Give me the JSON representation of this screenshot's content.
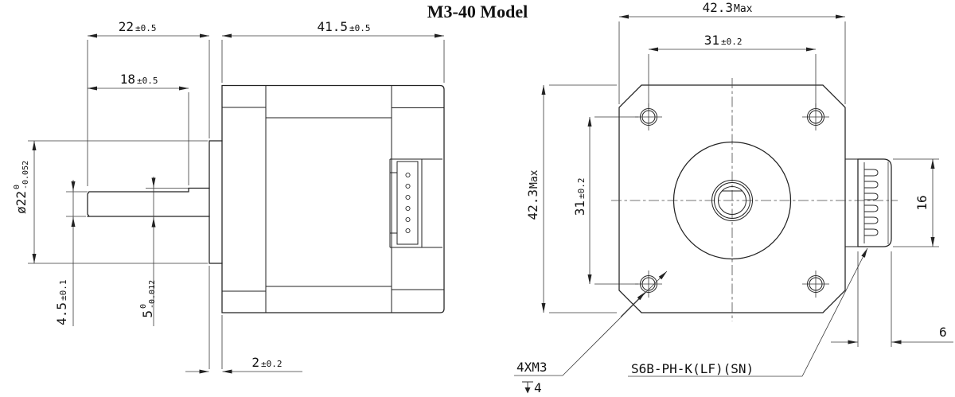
{
  "title": "M3-40 Model",
  "side_view": {
    "dim_shaft_length": {
      "value": "22",
      "tol": "±0.5"
    },
    "dim_flat_length": {
      "value": "18",
      "tol": "±0.5"
    },
    "dim_body_length": {
      "value": "41.5",
      "tol": "±0.5"
    },
    "dim_boss_diameter": {
      "value": "ø22",
      "tol_upper": "0",
      "tol_lower": "-0.052"
    },
    "dim_flat_height": {
      "value": "4.5",
      "tol": "±0.1"
    },
    "dim_shaft_diameter": {
      "value": "5",
      "tol_upper": "0",
      "tol_lower": "-0.012"
    },
    "dim_boss_thickness": {
      "value": "2",
      "tol": "±0.2"
    }
  },
  "front_view": {
    "dim_width": {
      "value": "42.3",
      "suffix": "Max"
    },
    "dim_hole_spacing_h": {
      "value": "31",
      "tol": "±0.2"
    },
    "dim_height": {
      "value": "42.3",
      "suffix": "Max"
    },
    "dim_hole_spacing_v": {
      "value": "31",
      "tol": "±0.2"
    },
    "dim_connector_height": {
      "value": "16"
    },
    "dim_connector_depth": {
      "value": "6"
    },
    "label_mount_holes": "4XM3",
    "label_mount_depth": "4",
    "label_connector": "S6B-PH-K(LF)(SN)"
  },
  "colors": {
    "line": "#222222",
    "background": "#ffffff"
  }
}
